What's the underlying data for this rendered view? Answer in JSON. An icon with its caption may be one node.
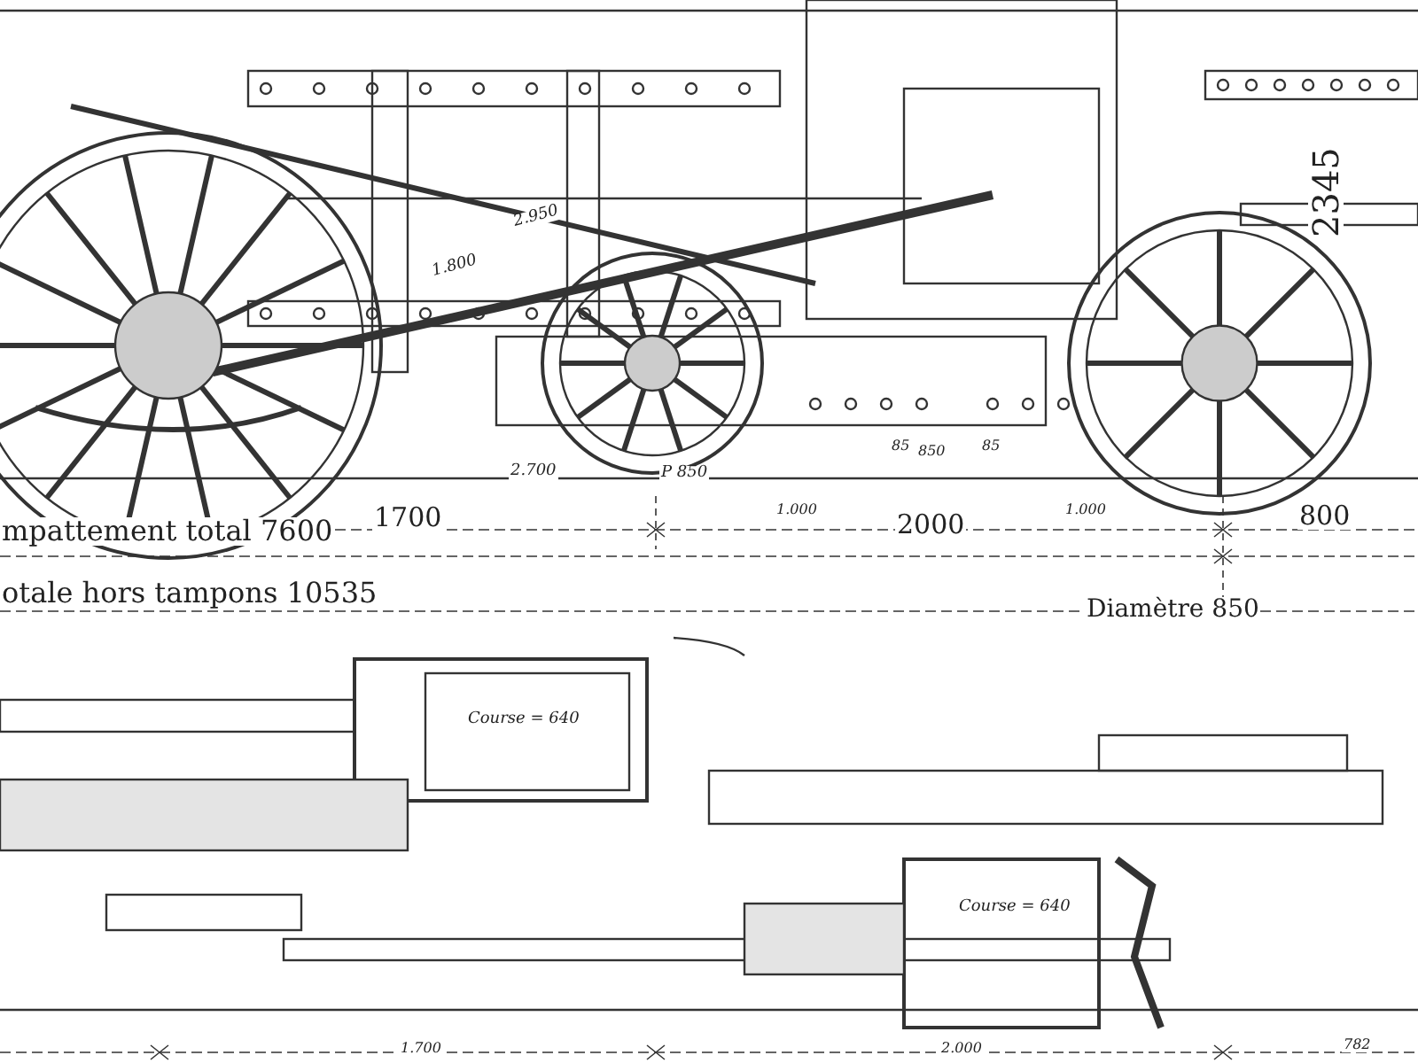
{
  "diagram": {
    "labels": [
      "2345",
      "2.950",
      "1.800",
      "2.700",
      "85",
      "850",
      "85",
      "P 850",
      "1700",
      "1.000",
      "1.000",
      "2000",
      "800",
      "mpattement total 7600",
      "otale hors tampons 10535",
      "Diamètre 850",
      "Course = 640",
      "Course = 640",
      "1.700",
      "2.000",
      "782"
    ]
  }
}
